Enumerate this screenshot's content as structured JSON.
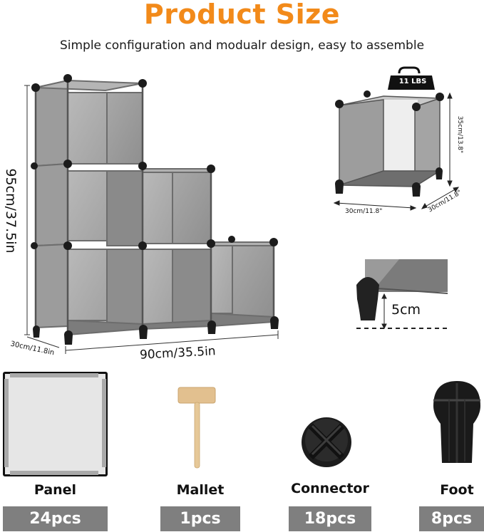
{
  "header": {
    "title": "Product Size",
    "subtitle": "Simple configuration and modualr design, easy to assemble"
  },
  "main_unit": {
    "height_label": "95cm/37.5in",
    "width_label": "90cm/35.5in",
    "depth_label": "30cm/11.8in"
  },
  "single_cube": {
    "weight_badge": "11 LBS",
    "height_label": "35cm/13.8\"",
    "width_label": "30cm/11.8\"",
    "depth_label": "30cm/11.8\""
  },
  "foot_detail": {
    "clearance_label": "5cm"
  },
  "parts": [
    {
      "name": "Panel",
      "count": "24pcs",
      "icon": "panel-icon"
    },
    {
      "name": "Mallet",
      "count": "1pcs",
      "icon": "mallet-icon"
    },
    {
      "name": "Connector",
      "count": "18pcs",
      "icon": "connector-icon"
    },
    {
      "name": "Foot",
      "count": "8pcs",
      "icon": "foot-icon"
    }
  ],
  "colors": {
    "title": "#f28a1a",
    "badge_bg": "#7f7f7f",
    "panel_gray": "#9a9a9a",
    "connector_black": "#1c1c1c",
    "mallet_wood": "#e2c08f"
  }
}
